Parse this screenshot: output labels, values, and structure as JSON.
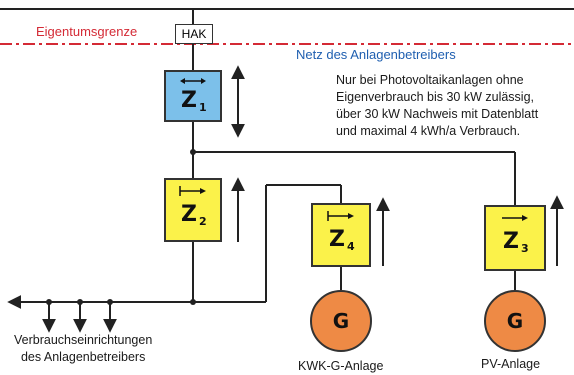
{
  "labels": {
    "ownership_boundary": "Eigentumsgrenze",
    "hak": "HAK",
    "operator_grid": "Netz des Anlagenbetreibers",
    "note": [
      "Nur bei Photovoltaikanlagen ohne",
      "Eigenverbrauch bis 30 kW zulässig,",
      "über 30 kW Nachweis mit Datenblatt",
      "und maximal 4 kWh/a Verbrauch."
    ],
    "consumers": [
      "Verbrauchseinrichtungen",
      "des Anlagenbetreibers"
    ],
    "kwk": "KWK-G-Anlage",
    "pv": "PV-Anlage"
  },
  "meters": {
    "z1": {
      "letter": "Z",
      "index": "1"
    },
    "z2": {
      "letter": "Z",
      "index": "2"
    },
    "z4": {
      "letter": "Z",
      "index": "4"
    },
    "z3": {
      "letter": "Z",
      "index": "3"
    }
  },
  "generators": {
    "kwk": "G",
    "pv": "G"
  },
  "colors": {
    "meter_blue": "#7cc0ea",
    "meter_yellow": "#fbf24a",
    "generator_orange": "#ee8a45",
    "boundary_red": "#d42a35",
    "label_blue": "#1f5fb0"
  }
}
